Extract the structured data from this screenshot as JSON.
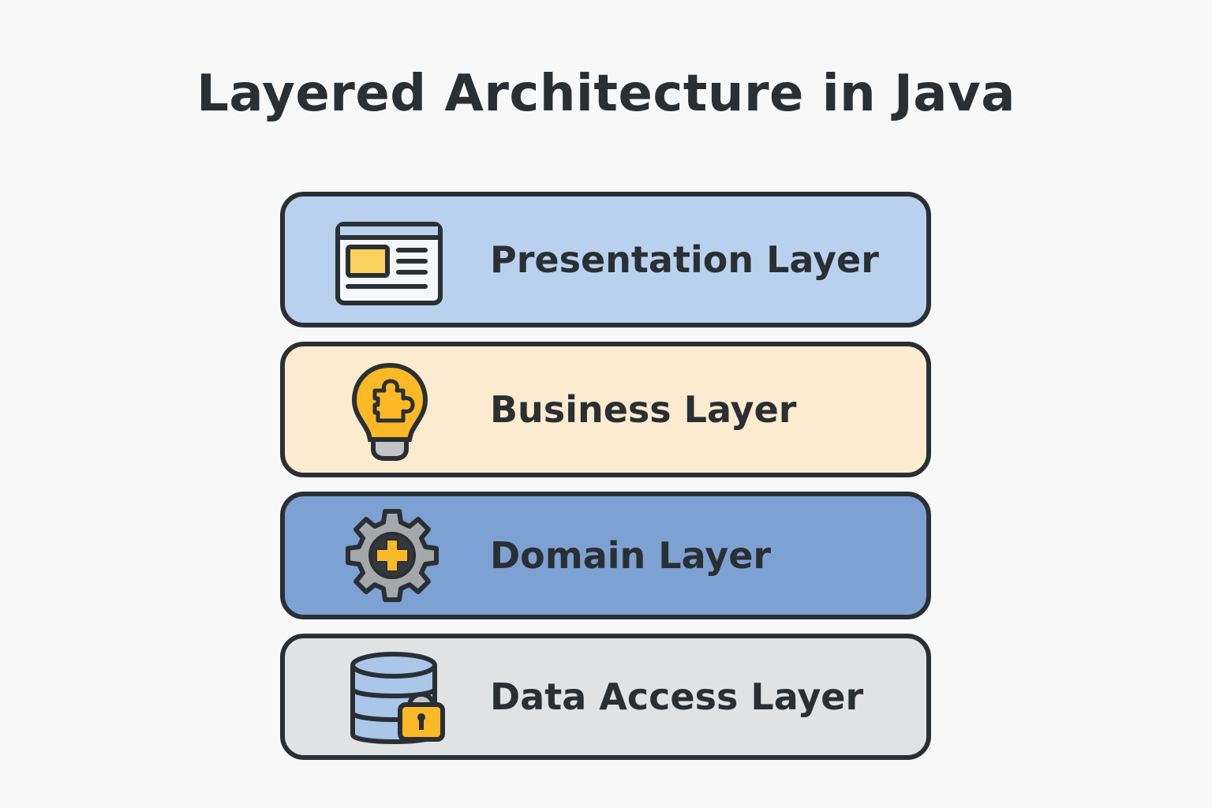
{
  "title": "Layered Architecture in Java",
  "layers": [
    {
      "label": "Presentation Layer",
      "icon": "browser-window-icon",
      "color": "#b9d1ef"
    },
    {
      "label": "Business Layer",
      "icon": "lightbulb-puzzle-icon",
      "color": "#fdebcf"
    },
    {
      "label": "Domain Layer",
      "icon": "gear-puzzle-icon",
      "color": "#7ea1d3"
    },
    {
      "label": "Data Access Layer",
      "icon": "database-lock-icon",
      "color": "#e1e2e4"
    }
  ]
}
